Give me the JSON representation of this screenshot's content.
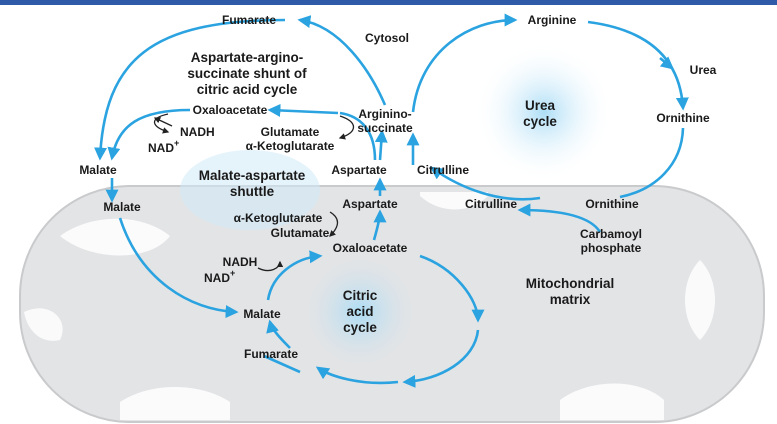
{
  "labels": {
    "cytosol": "Cytosol",
    "fumarate_top": "Fumarate",
    "shunt_line1": "Aspartate-argino-",
    "shunt_line2": "succinate shunt of",
    "shunt_line3": "citric acid cycle",
    "oxaloacetate_top": "Oxaloacetate",
    "nadh_top": "NADH",
    "nad_top": "NAD",
    "glutamate_top": "Glutamate",
    "akg_top": "α-Ketoglutarate",
    "malate_left": "Malate",
    "mas_line1": "Malate-aspartate",
    "mas_line2": "shuttle",
    "aspartate_cyt": "Aspartate",
    "citrulline_cyt": "Citrulline",
    "argino_line1": "Argininо-",
    "argino_line2": "succinate",
    "arginine": "Arginine",
    "urea": "Urea",
    "urea_cycle_line1": "Urea",
    "urea_cycle_line2": "cycle",
    "ornithine_cyt": "Ornithine",
    "malate_mito": "Malate",
    "aspartate_mito": "Aspartate",
    "akg_mito": "α-Ketoglutarate",
    "glutamate_mito": "Glutamate",
    "citrulline_mito": "Citrulline",
    "ornithine_mito": "Ornithine",
    "carbamoyl_line1": "Carbamoyl",
    "carbamoyl_line2": "phosphate",
    "oxaloacetate_mito": "Oxaloacetate",
    "nadh_mito": "NADH",
    "nad_mito": "NAD",
    "citric_line1": "Citric",
    "citric_line2": "acid",
    "citric_line3": "cycle",
    "matrix_line1": "Mitochondrial",
    "matrix_line2": "matrix",
    "malate_cycle": "Malate",
    "fumarate_cycle": "Fumarate",
    "plus": "+"
  },
  "colors": {
    "arrow": "#2aa3e0",
    "mito_fill": "#e3e4e6",
    "mito_edge": "#c9cacc",
    "glow": "#bfe3f7",
    "topbar": "#2f5aa8"
  }
}
